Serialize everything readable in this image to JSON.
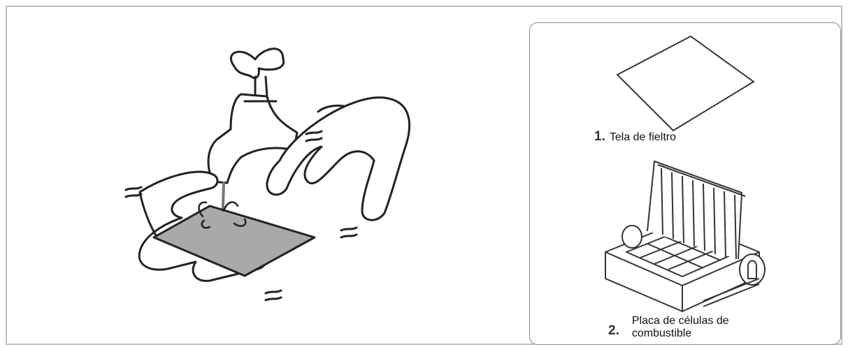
{
  "items": [
    {
      "number": "1.",
      "label": "Tela de fieltro",
      "icon": "felt-cloth-icon"
    },
    {
      "number": "2.",
      "label": "Placa de células de combustible",
      "icon": "fuel-cell-plate-icon"
    }
  ],
  "main_illustration": {
    "icon": "washing-under-tap-icon"
  }
}
